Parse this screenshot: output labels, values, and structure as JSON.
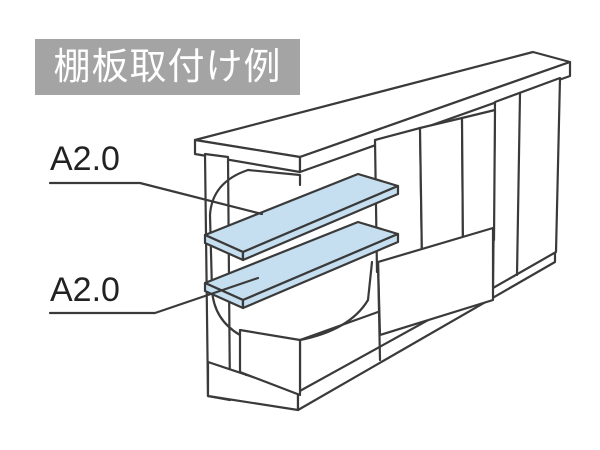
{
  "title": "棚板取付け例",
  "labels": [
    {
      "text": "A2.0"
    },
    {
      "text": "A2.0"
    }
  ],
  "colors": {
    "title_background": "#a4a4a4",
    "title_text": "#ffffff",
    "outline": "#3a3a3a",
    "shelf_fill": "#c5dff0",
    "label_text": "#222222"
  },
  "icons": [
    "storage-shed-illustration"
  ]
}
